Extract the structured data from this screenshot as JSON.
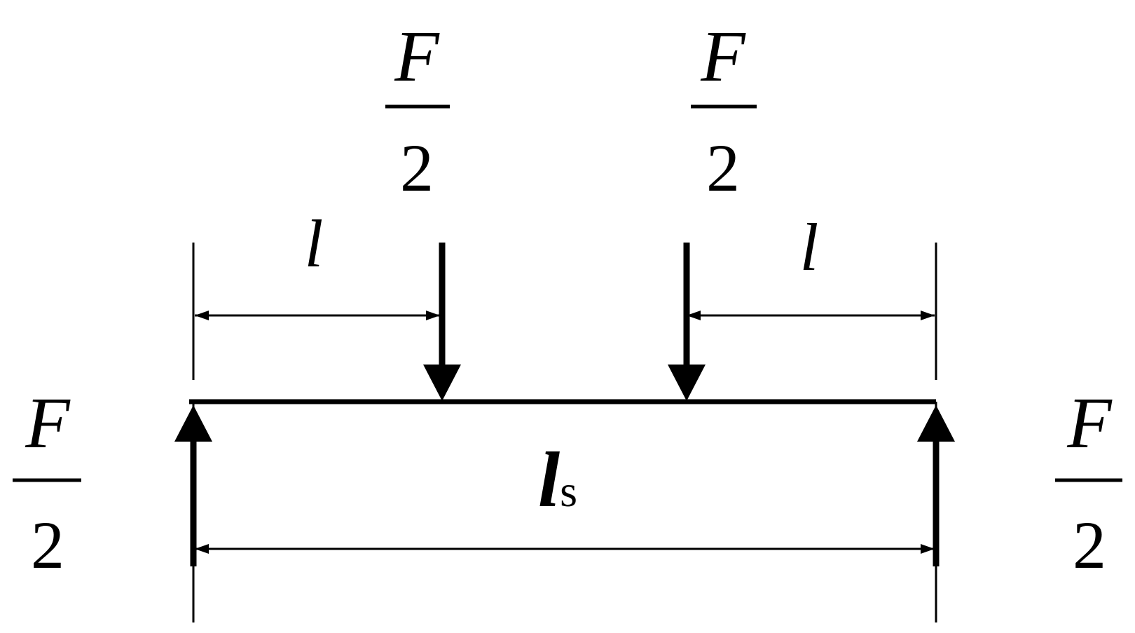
{
  "diagram": {
    "loads": {
      "left_top": {
        "numerator": "F",
        "denominator": "2"
      },
      "right_top": {
        "numerator": "F",
        "denominator": "2"
      },
      "left_support": {
        "numerator": "F",
        "denominator": "2"
      },
      "right_support": {
        "numerator": "F",
        "denominator": "2"
      }
    },
    "dimensions": {
      "left_length": "l",
      "right_length": "l",
      "span_symbol": "l",
      "span_subscript": "s"
    },
    "colors": {
      "ink": "#000000",
      "background": "#ffffff"
    }
  }
}
